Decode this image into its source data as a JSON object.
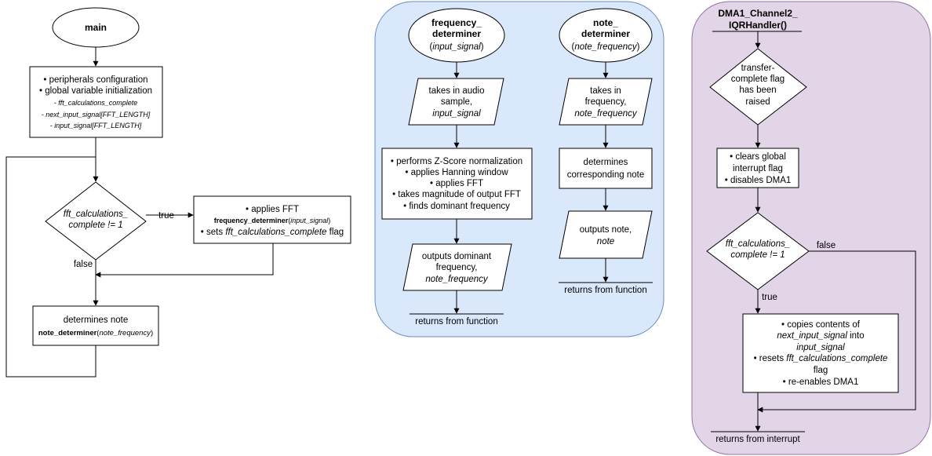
{
  "main": {
    "start": "main",
    "init": {
      "line1": "• peripherals configuration",
      "line2": "• global variable initialization",
      "var1": "- fft_calculations_complete",
      "var2": "- next_input_signal[FFT_LENGTH]",
      "var3": "- input_signal[FFT_LENGTH]"
    },
    "decision": {
      "line1": "fft_calculations_",
      "line2": "complete != 1"
    },
    "true_label": "true",
    "false_label": "false",
    "fft_box": {
      "line1": "• applies FFT",
      "fn": "frequency_determiner",
      "paren_open": "(",
      "arg": "input_signal",
      "paren_close": ")",
      "line3_pre": "• sets ",
      "line3_var": "fft_calculations_complete",
      "line3_post": " flag"
    },
    "note_box": {
      "line1": "determines note",
      "fn": "note_determiner",
      "paren_open": "(",
      "arg": "note_frequency",
      "paren_close": ")"
    }
  },
  "freq": {
    "start": {
      "line1": "frequency_",
      "line2": "determiner",
      "paren_open": "(",
      "arg": "input_signal",
      "paren_close": ")"
    },
    "input": {
      "line1": "takes in audio",
      "line2": "sample,",
      "line3": "input_signal"
    },
    "process": {
      "line1": "• performs Z-Score normalization",
      "line2": "• applies Hanning window",
      "line3": "• applies FFT",
      "line4": "• takes magnitude of output FFT",
      "line5": "• finds dominant frequency"
    },
    "output": {
      "line1": "outputs dominant",
      "line2": "frequency,",
      "line3": "note_frequency"
    },
    "end": "returns from function"
  },
  "note": {
    "start": {
      "line1": "note_",
      "line2": "determiner",
      "paren_open": "(",
      "arg": "note_frequency",
      "paren_close": ")"
    },
    "input": {
      "line1": "takes in",
      "line2": "frequency,",
      "line3": "note_frequency"
    },
    "process": {
      "line1": "determines",
      "line2": "corresponding note"
    },
    "output": {
      "line1": "outputs note,",
      "line2": "note"
    },
    "end": "returns from function"
  },
  "dma": {
    "header": {
      "line1": "DMA1_Channel2_",
      "line2": "IQRHandler()"
    },
    "decision1": {
      "line1": "transfer-",
      "line2": "complete flag",
      "line3": "has been",
      "line4": "raised"
    },
    "clear_box": {
      "line1": "• clears global",
      "line2": "interrupt flag",
      "line3": "• disables DMA1"
    },
    "decision2": {
      "line1": "fft_calculations_",
      "line2": "complete != 1"
    },
    "false_label": "false",
    "true_label": "true",
    "copy_box": {
      "line1": "• copies contents of",
      "line2_var": "next_input_signal",
      "line2_post": " into",
      "line3": "input_signal",
      "line4_pre": "• resets ",
      "line4_var": "fft_calculations_complete",
      "line5": "flag",
      "line6": "• re-enables DMA1"
    },
    "end": "returns from interrupt"
  },
  "colors": {
    "freq_panel_fill": "#dae8fc",
    "freq_panel_stroke": "#6c8ebf",
    "dma_panel_fill": "#e1d5e7",
    "dma_panel_stroke": "#9673a6",
    "shape_stroke": "#000000",
    "shape_fill": "#ffffff"
  }
}
